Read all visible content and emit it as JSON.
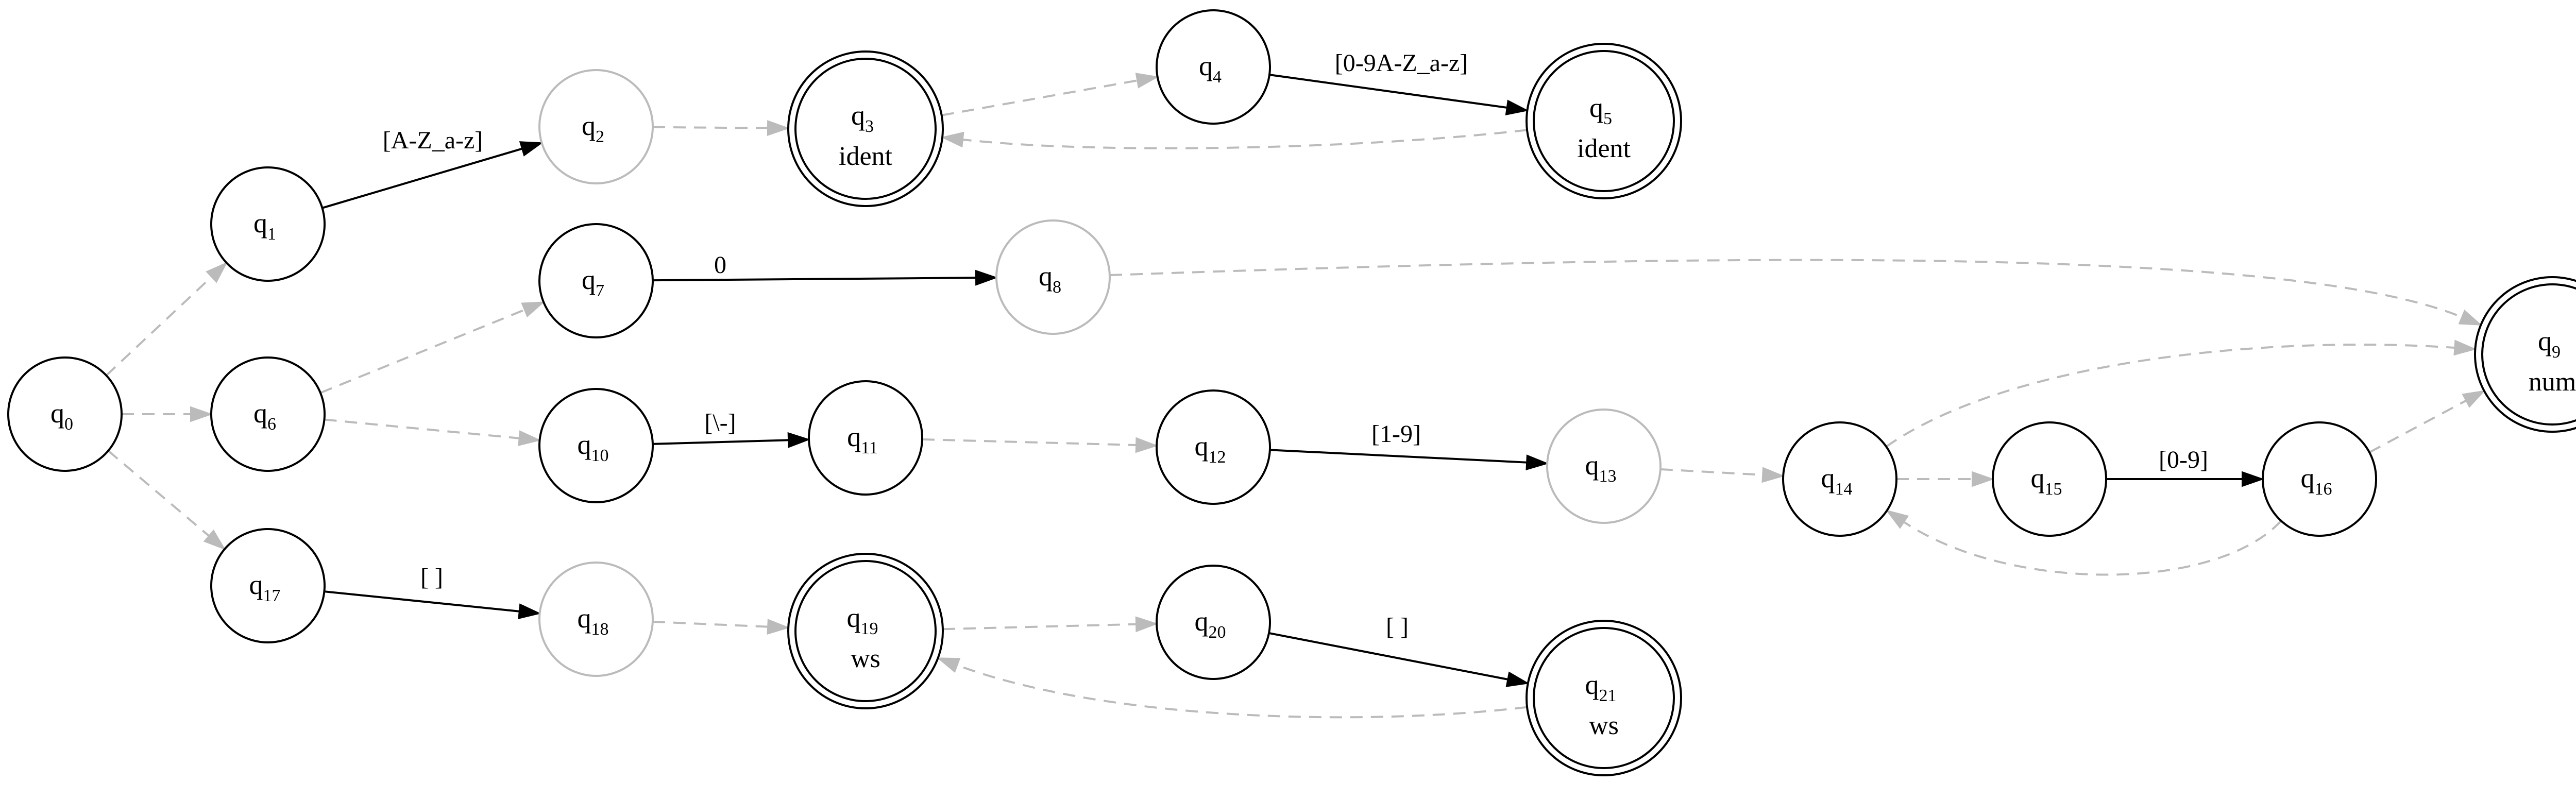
{
  "colors": {
    "solid": "#000000",
    "epsilon": "#bbbbbb"
  },
  "states": [
    {
      "id": "q0",
      "name": "q",
      "sub": "0",
      "accept": "",
      "final": false,
      "faded": false
    },
    {
      "id": "q1",
      "name": "q",
      "sub": "1",
      "accept": "",
      "final": false,
      "faded": false
    },
    {
      "id": "q2",
      "name": "q",
      "sub": "2",
      "accept": "",
      "final": false,
      "faded": true
    },
    {
      "id": "q3",
      "name": "q",
      "sub": "3",
      "accept": "ident",
      "final": true,
      "faded": false
    },
    {
      "id": "q4",
      "name": "q",
      "sub": "4",
      "accept": "",
      "final": false,
      "faded": false
    },
    {
      "id": "q5",
      "name": "q",
      "sub": "5",
      "accept": "ident",
      "final": true,
      "faded": false
    },
    {
      "id": "q6",
      "name": "q",
      "sub": "6",
      "accept": "",
      "final": false,
      "faded": false
    },
    {
      "id": "q7",
      "name": "q",
      "sub": "7",
      "accept": "",
      "final": false,
      "faded": false
    },
    {
      "id": "q8",
      "name": "q",
      "sub": "8",
      "accept": "",
      "final": false,
      "faded": true
    },
    {
      "id": "q9",
      "name": "q",
      "sub": "9",
      "accept": "num",
      "final": true,
      "faded": false
    },
    {
      "id": "q10",
      "name": "q",
      "sub": "10",
      "accept": "",
      "final": false,
      "faded": false
    },
    {
      "id": "q11",
      "name": "q",
      "sub": "11",
      "accept": "",
      "final": false,
      "faded": false
    },
    {
      "id": "q12",
      "name": "q",
      "sub": "12",
      "accept": "",
      "final": false,
      "faded": false
    },
    {
      "id": "q13",
      "name": "q",
      "sub": "13",
      "accept": "",
      "final": false,
      "faded": true
    },
    {
      "id": "q14",
      "name": "q",
      "sub": "14",
      "accept": "",
      "final": false,
      "faded": false
    },
    {
      "id": "q15",
      "name": "q",
      "sub": "15",
      "accept": "",
      "final": false,
      "faded": false
    },
    {
      "id": "q16",
      "name": "q",
      "sub": "16",
      "accept": "",
      "final": false,
      "faded": false
    },
    {
      "id": "q17",
      "name": "q",
      "sub": "17",
      "accept": "",
      "final": false,
      "faded": false
    },
    {
      "id": "q18",
      "name": "q",
      "sub": "18",
      "accept": "",
      "final": false,
      "faded": true
    },
    {
      "id": "q19",
      "name": "q",
      "sub": "19",
      "accept": "ws",
      "final": true,
      "faded": false
    },
    {
      "id": "q20",
      "name": "q",
      "sub": "20",
      "accept": "",
      "final": false,
      "faded": false
    },
    {
      "id": "q21",
      "name": "q",
      "sub": "21",
      "accept": "ws",
      "final": true,
      "faded": false
    }
  ],
  "edges": [
    {
      "from": "q0",
      "to": "q1",
      "label": "",
      "epsilon": true
    },
    {
      "from": "q0",
      "to": "q6",
      "label": "",
      "epsilon": true
    },
    {
      "from": "q0",
      "to": "q17",
      "label": "",
      "epsilon": true
    },
    {
      "from": "q1",
      "to": "q2",
      "label": "[A-Z_a-z]",
      "epsilon": false
    },
    {
      "from": "q2",
      "to": "q3",
      "label": "",
      "epsilon": true
    },
    {
      "from": "q3",
      "to": "q4",
      "label": "",
      "epsilon": true
    },
    {
      "from": "q4",
      "to": "q5",
      "label": "[0-9A-Z_a-z]",
      "epsilon": false
    },
    {
      "from": "q5",
      "to": "q3",
      "label": "",
      "epsilon": true
    },
    {
      "from": "q6",
      "to": "q7",
      "label": "",
      "epsilon": true
    },
    {
      "from": "q6",
      "to": "q10",
      "label": "",
      "epsilon": true
    },
    {
      "from": "q7",
      "to": "q8",
      "label": "0",
      "epsilon": false
    },
    {
      "from": "q8",
      "to": "q9",
      "label": "",
      "epsilon": true
    },
    {
      "from": "q10",
      "to": "q11",
      "label": "[\\-]",
      "epsilon": false
    },
    {
      "from": "q11",
      "to": "q12",
      "label": "",
      "epsilon": true
    },
    {
      "from": "q12",
      "to": "q13",
      "label": "[1-9]",
      "epsilon": false
    },
    {
      "from": "q13",
      "to": "q14",
      "label": "",
      "epsilon": true
    },
    {
      "from": "q14",
      "to": "q9",
      "label": "",
      "epsilon": true
    },
    {
      "from": "q14",
      "to": "q15",
      "label": "",
      "epsilon": true
    },
    {
      "from": "q15",
      "to": "q16",
      "label": "[0-9]",
      "epsilon": false
    },
    {
      "from": "q16",
      "to": "q14",
      "label": "",
      "epsilon": true
    },
    {
      "from": "q16",
      "to": "q9",
      "label": "",
      "epsilon": true
    },
    {
      "from": "q17",
      "to": "q18",
      "label": "[ ]",
      "epsilon": false
    },
    {
      "from": "q18",
      "to": "q19",
      "label": "",
      "epsilon": true
    },
    {
      "from": "q19",
      "to": "q20",
      "label": "",
      "epsilon": true
    },
    {
      "from": "q20",
      "to": "q21",
      "label": "[ ]",
      "epsilon": false
    },
    {
      "from": "q21",
      "to": "q19",
      "label": "",
      "epsilon": true
    }
  ]
}
